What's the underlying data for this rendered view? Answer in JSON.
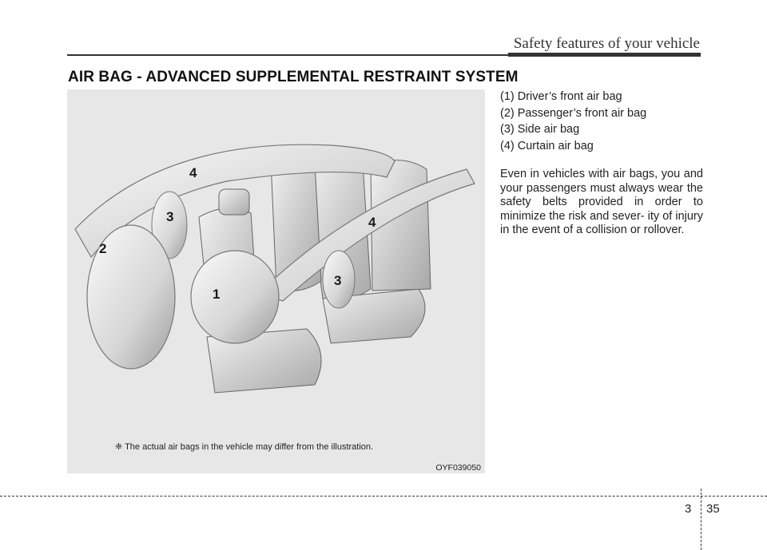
{
  "header": {
    "title": "Safety features of your vehicle"
  },
  "section": {
    "title": "AIR BAG - ADVANCED SUPPLEMENTAL RESTRAINT SYSTEM"
  },
  "figure": {
    "callouts": [
      "1",
      "2",
      "3",
      "3",
      "4",
      "4"
    ],
    "note": "❈ The actual air bags in the vehicle may differ from the illustration.",
    "code": "OYF039050"
  },
  "legend": [
    "(1) Driver’s front air bag",
    "(2) Passenger’s front air bag",
    "(3) Side air bag",
    "(4) Curtain air bag"
  ],
  "body": {
    "paragraph": "Even in vehicles with air bags, you and your passengers must always wear the safety belts provided in order to minimize the risk and sever- ity of injury in the event of a collision or rollover."
  },
  "footer": {
    "chapter": "3",
    "page": "35"
  }
}
